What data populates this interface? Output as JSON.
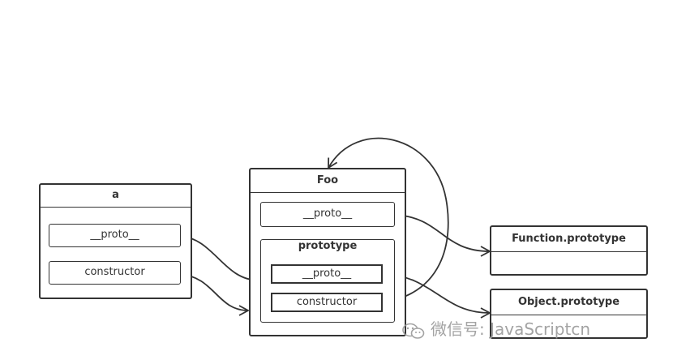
{
  "diagram": {
    "object_a": {
      "title": "a",
      "fields": [
        "__proto__",
        "constructor"
      ]
    },
    "foo": {
      "title": "Foo",
      "proto_label": "__proto__",
      "prototype": {
        "title": "prototype",
        "fields": [
          "__proto__",
          "constructor"
        ]
      }
    },
    "function_prototype": {
      "title": "Function.prototype"
    },
    "object_prototype": {
      "title": "Object.prototype"
    }
  },
  "watermark": {
    "text": "微信号: JavaScriptcn"
  },
  "colors": {
    "stroke": "#333333",
    "watermark": "#9a9a9a"
  }
}
